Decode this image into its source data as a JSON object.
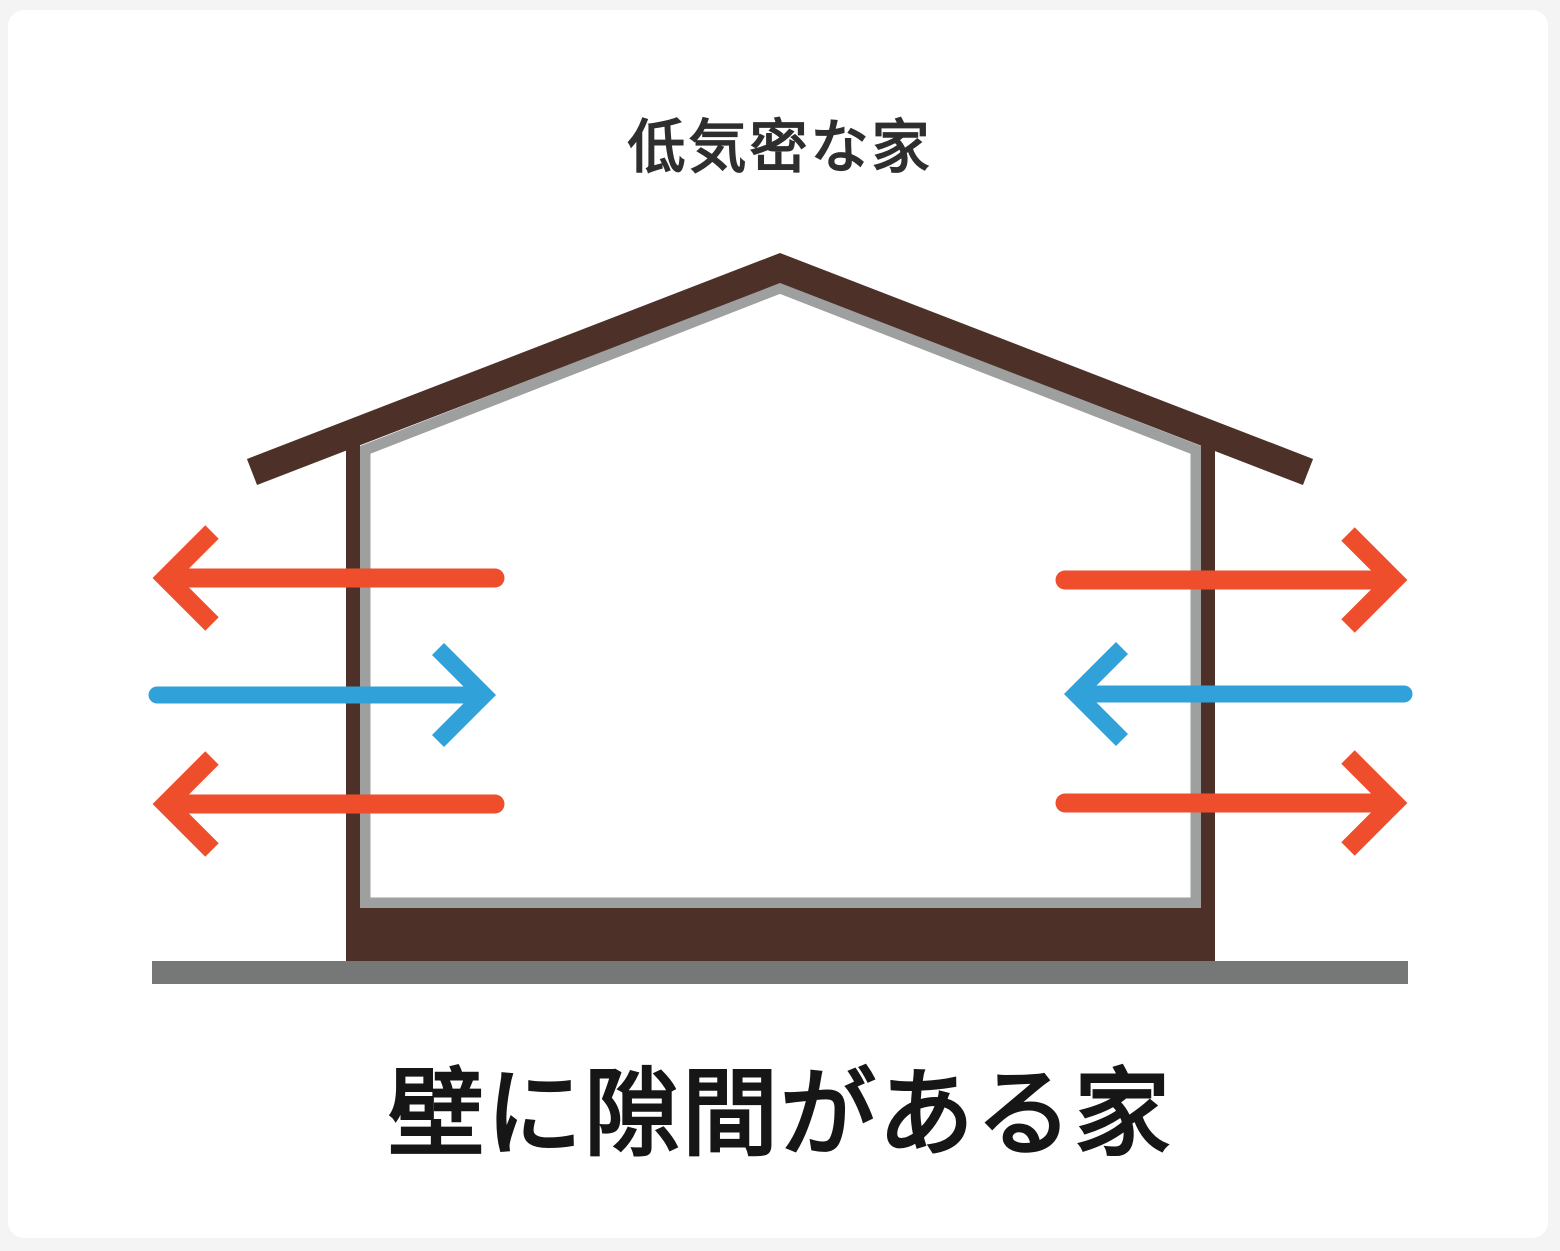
{
  "title": "低気密な家",
  "caption": "壁に隙間がある家",
  "colors": {
    "structure_brown": "#4d3128",
    "lining_gray": "#9e9f9f",
    "ground_gray": "#767777",
    "outflow_orange": "#ef4e2c",
    "inflow_blue": "#31a1da",
    "title_text": "#2e2e2e",
    "caption_text": "#161616",
    "card_background": "#ffffff",
    "page_background": "#f4f4f5"
  },
  "diagram": {
    "type": "house-cross-section-airflow",
    "description_visible_elements": "gabled house outline with brown roof, walls and floor, gray inner lining, gray ground strip, six airflow arrows crossing the walls",
    "arrows": [
      {
        "id": "left-top",
        "color": "orange",
        "direction": "left-outward"
      },
      {
        "id": "left-middle",
        "color": "blue",
        "direction": "right-inward"
      },
      {
        "id": "left-bottom",
        "color": "orange",
        "direction": "left-outward"
      },
      {
        "id": "right-top",
        "color": "orange",
        "direction": "right-outward"
      },
      {
        "id": "right-middle",
        "color": "blue",
        "direction": "left-inward"
      },
      {
        "id": "right-bottom",
        "color": "orange",
        "direction": "right-outward"
      }
    ]
  }
}
